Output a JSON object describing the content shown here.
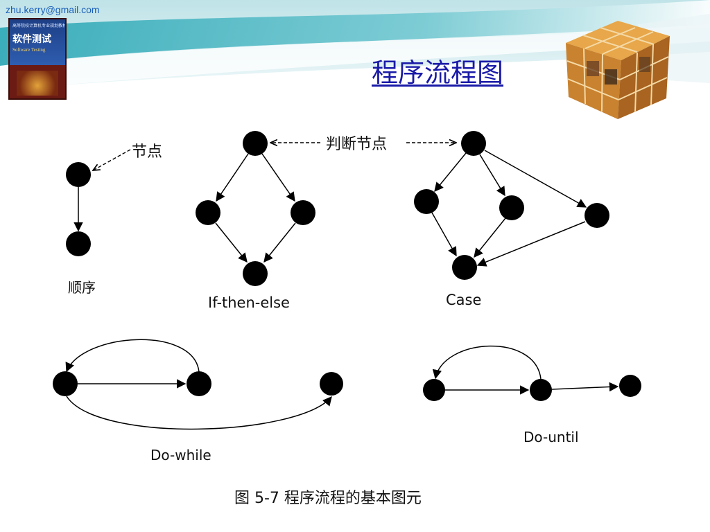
{
  "header": {
    "email": "zhu.kerry@gmail.com",
    "book": {
      "band_text": "高等院校计算机专业规划教材",
      "title": "软件测试",
      "subtitle": "Software Testing"
    },
    "title": "程序流程图"
  },
  "diagram": {
    "labels": {
      "node": "节点",
      "decision_node": "判断节点",
      "sequence": "顺序",
      "if_then_else": "If-then-else",
      "case": "Case",
      "do_while": "Do-while",
      "do_until": "Do-until"
    },
    "caption": "图 5-7 程序流程的基本图元"
  },
  "colors": {
    "title": "#1a1aa8",
    "email": "#1b5fb8",
    "header_teal": "#1fa8b0",
    "node": "#000000"
  }
}
